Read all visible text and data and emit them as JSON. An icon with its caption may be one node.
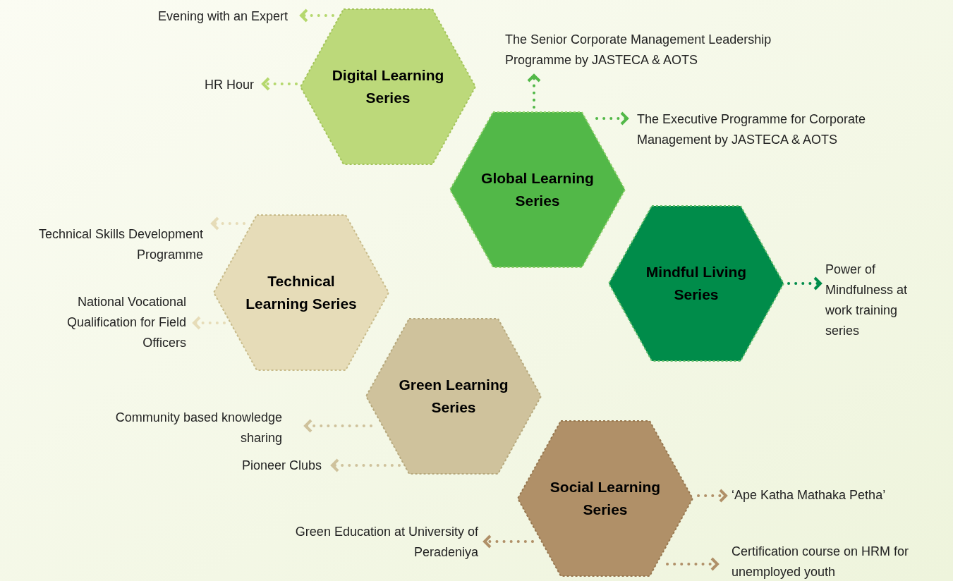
{
  "diagram": {
    "nodes": [
      {
        "text": [
          "Digital Learning Series"
        ]
      },
      {
        "text": [
          "Global Learning Series"
        ]
      },
      {
        "text": [
          "Mindful Living Series"
        ]
      },
      {
        "text": [
          "Technical Learning Series"
        ]
      },
      {
        "text": [
          "Green Learning Series"
        ]
      },
      {
        "text": [
          "Social Learning Series"
        ]
      },
      {
        "text": [
          "Evening with an Expert"
        ]
      },
      {
        "text": [
          "HR Hour"
        ]
      },
      {
        "text": [
          "The Senior Corporate Management Leadership Programme by JASTECA & AOTS"
        ]
      },
      {
        "text": [
          "The Executive Programme for Corporate Management by JASTECA & AOTS"
        ]
      },
      {
        "text": [
          "Technical Skills Development Programme"
        ]
      },
      {
        "text": [
          "National Vocational Qualification for Field Officers"
        ]
      },
      {
        "text": [
          "Power of Mindfulness at work training series"
        ]
      },
      {
        "text": [
          "Community based knowledge sharing"
        ]
      },
      {
        "text": [
          "Pioneer Clubs"
        ]
      },
      {
        "text": [
          "‘Ape Katha Mathaka Petha’"
        ]
      },
      {
        "text": [
          "Green Education at University of Peradeniya"
        ]
      },
      {
        "text": [
          "Certification course on HRM for unemployed youth"
        ]
      }
    ],
    "edges": [
      {
        "from": 0,
        "to": 6,
        "arrow": "to",
        "color": "#b5d86e"
      },
      {
        "from": 0,
        "to": 7,
        "arrow": "to",
        "color": "#b5d86e"
      },
      {
        "from": 1,
        "to": 8,
        "arrow": "to",
        "color": "#52b848"
      },
      {
        "from": 1,
        "to": 9,
        "arrow": "to",
        "color": "#52b848"
      },
      {
        "from": 3,
        "to": 10,
        "arrow": "to",
        "color": "#e6dcb8"
      },
      {
        "from": 3,
        "to": 11,
        "arrow": "to",
        "color": "#e6dcb8"
      },
      {
        "from": 2,
        "to": 12,
        "arrow": "to",
        "color": "#008c4a"
      },
      {
        "from": 4,
        "to": 13,
        "arrow": "to",
        "color": "#cfc29c"
      },
      {
        "from": 4,
        "to": 14,
        "arrow": "to",
        "color": "#cfc29c"
      },
      {
        "from": 5,
        "to": 15,
        "arrow": "to",
        "color": "#b09068"
      },
      {
        "from": 5,
        "to": 16,
        "arrow": "to",
        "color": "#b09068"
      },
      {
        "from": 5,
        "to": 17,
        "arrow": "to",
        "color": "#b09068"
      }
    ]
  }
}
